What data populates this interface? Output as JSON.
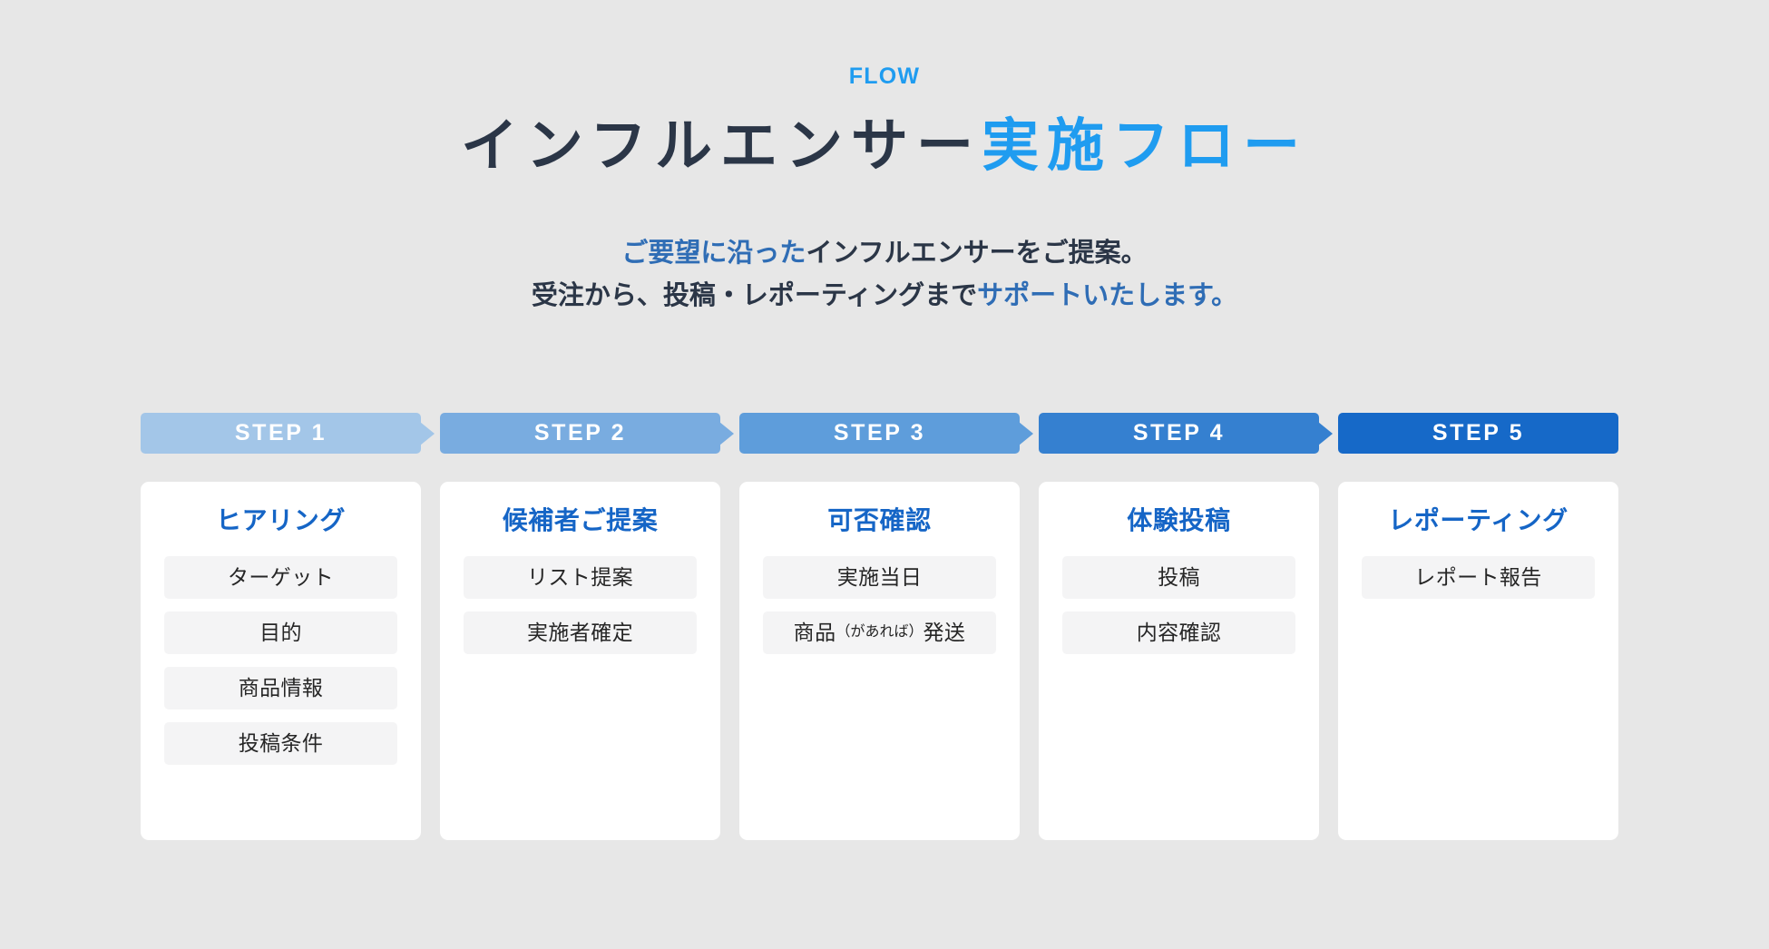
{
  "header": {
    "eyebrow": "FLOW",
    "headline_dark": "インフルエンサー",
    "headline_accent": "実施フロー",
    "lede_line1_blue": "ご要望に沿った",
    "lede_line1_dark": "インフルエンサーをご提案。",
    "lede_line2_dark": "受注から、投稿・レポーティングまで",
    "lede_line2_blue": "サポートいたします。"
  },
  "colors": {
    "page_bg": "#e7e7e7",
    "accent_cyan": "#1f9cf0",
    "headline_dark": "#2b3647",
    "lede_blue": "#2f6db5",
    "card_title_blue": "#1565c6",
    "card_bg": "#ffffff",
    "pill_bg": "#f4f4f5",
    "step1": "#a3c6e8",
    "step2": "#79ace0",
    "step3": "#5e9ddb",
    "step4": "#3580d0",
    "step5": "#1669c8"
  },
  "steps": [
    {
      "bar_label": "STEP 1",
      "bar_color": "#a3c6e8",
      "has_arrow": true,
      "title": "ヒアリング",
      "items": [
        {
          "text": "ターゲット"
        },
        {
          "text": "目的"
        },
        {
          "text": "商品情報"
        },
        {
          "text": "投稿条件"
        }
      ]
    },
    {
      "bar_label": "STEP 2",
      "bar_color": "#79ace0",
      "has_arrow": true,
      "title": "候補者ご提案",
      "items": [
        {
          "text": "リスト提案"
        },
        {
          "text": "実施者確定"
        }
      ]
    },
    {
      "bar_label": "STEP 3",
      "bar_color": "#5e9ddb",
      "has_arrow": true,
      "title": "可否確認",
      "items": [
        {
          "text": "実施当日"
        },
        {
          "pre": "商品",
          "sub": "（があれば）",
          "post": "発送"
        }
      ]
    },
    {
      "bar_label": "STEP 4",
      "bar_color": "#3580d0",
      "has_arrow": true,
      "title": "体験投稿",
      "items": [
        {
          "text": "投稿"
        },
        {
          "text": "内容確認"
        }
      ]
    },
    {
      "bar_label": "STEP 5",
      "bar_color": "#1669c8",
      "has_arrow": false,
      "title": "レポーティング",
      "items": [
        {
          "text": "レポート報告"
        }
      ]
    }
  ]
}
